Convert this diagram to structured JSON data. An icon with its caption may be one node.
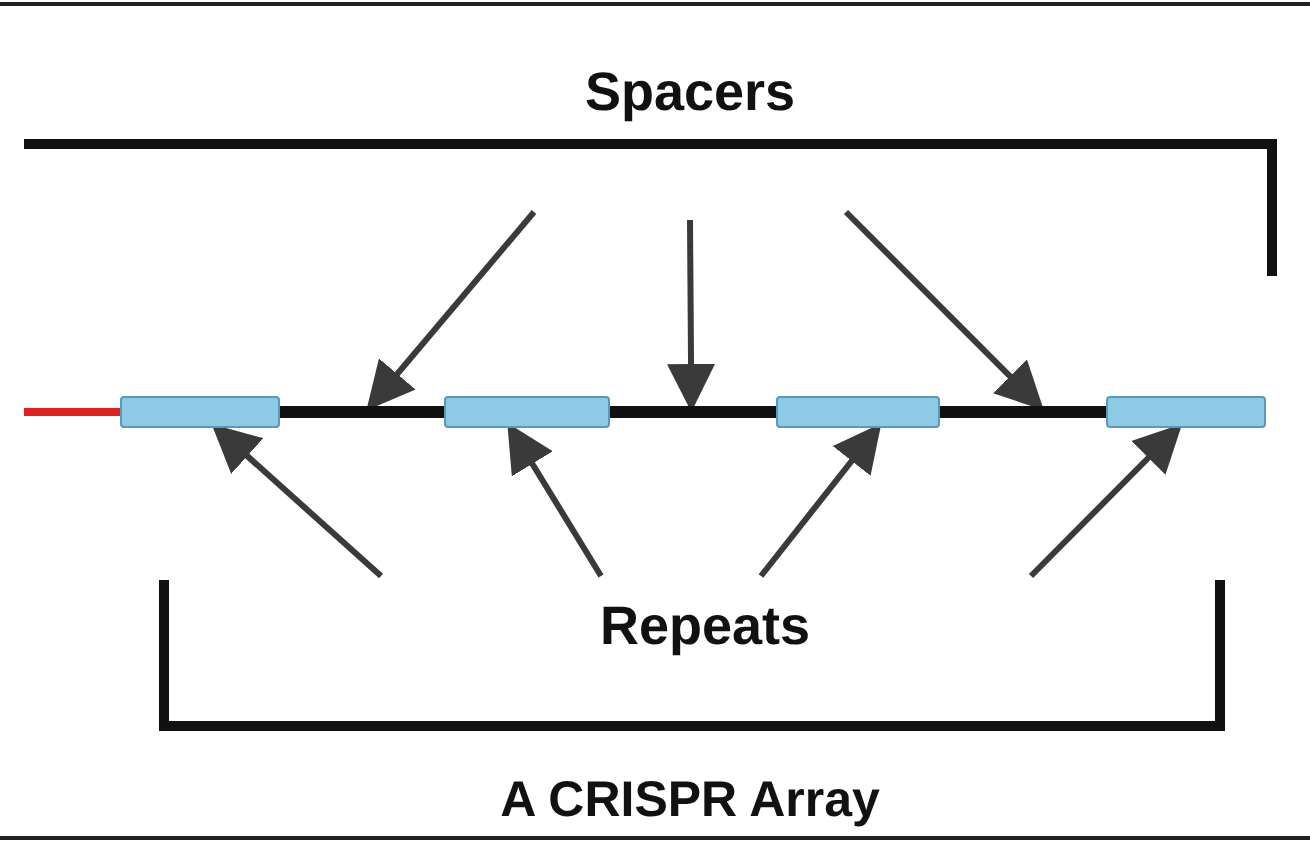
{
  "diagram": {
    "caption": "A CRISPR Array",
    "nodes": [
      {
        "text": [
          "Spacers"
        ]
      },
      {
        "text": [
          "Repeats"
        ]
      },
      {
        "text": [],
        "shape": "box"
      },
      {
        "text": [],
        "shape": "box"
      },
      {
        "text": [],
        "shape": "box"
      },
      {
        "text": [],
        "shape": "box"
      },
      {
        "text": [],
        "shape": "bar"
      },
      {
        "text": [],
        "shape": "bar"
      },
      {
        "text": [],
        "shape": "bar"
      }
    ],
    "edges": [
      {
        "from": 0,
        "to": 6,
        "arrow": "to"
      },
      {
        "from": 0,
        "to": 7,
        "arrow": "to"
      },
      {
        "from": 0,
        "to": 8,
        "arrow": "to"
      },
      {
        "from": 1,
        "to": 2,
        "arrow": "to"
      },
      {
        "from": 1,
        "to": 3,
        "arrow": "to"
      },
      {
        "from": 1,
        "to": 4,
        "arrow": "to"
      },
      {
        "from": 1,
        "to": 5,
        "arrow": "to"
      }
    ]
  }
}
